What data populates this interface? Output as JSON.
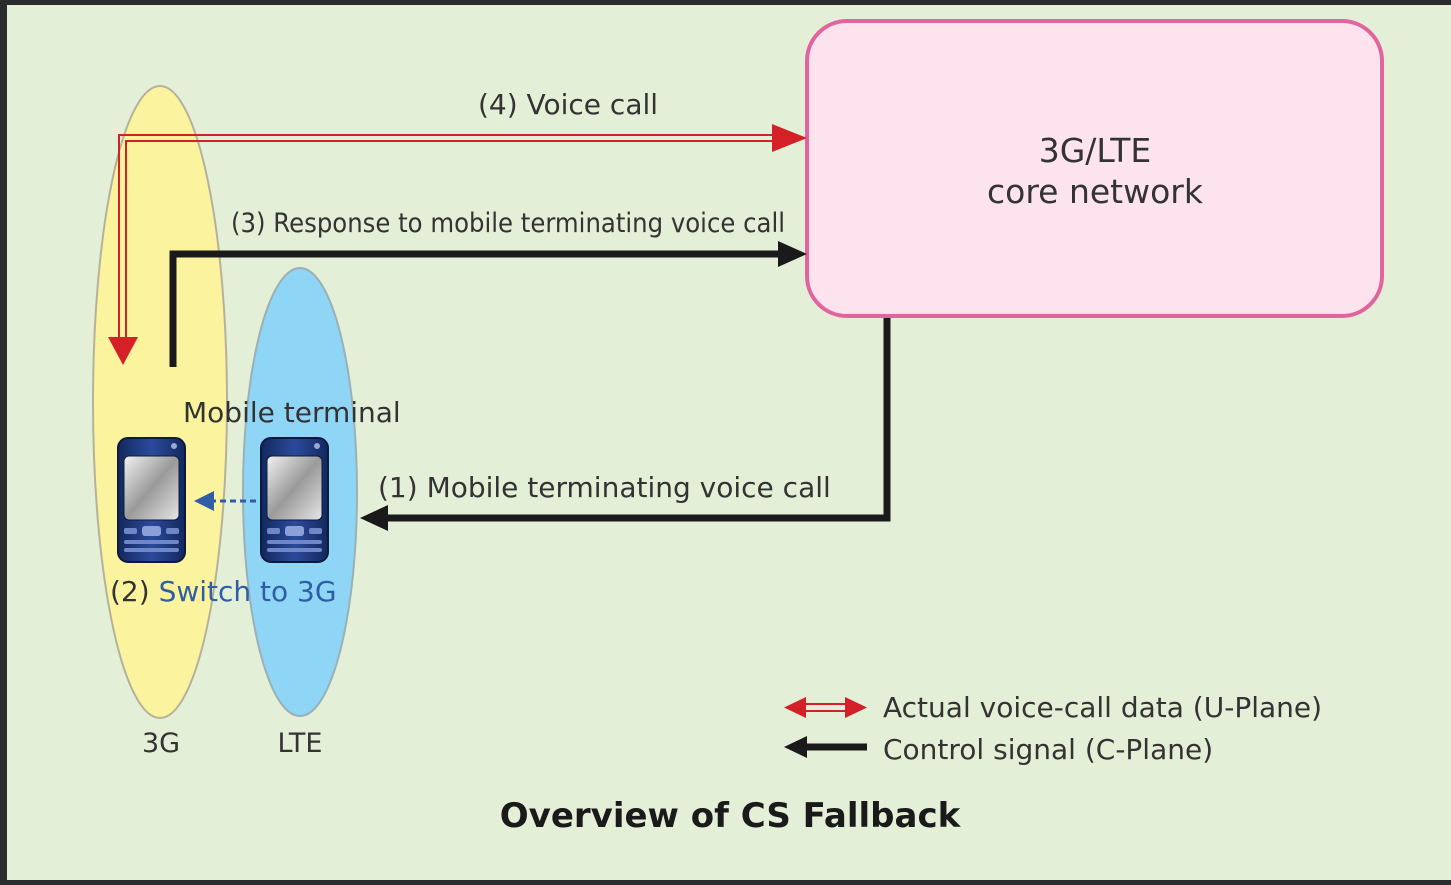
{
  "diagram": {
    "title": "Overview of CS Fallback",
    "core_network": {
      "line1": "3G/LTE",
      "line2": "core network"
    },
    "networks": {
      "3g": "3G",
      "lte": "LTE"
    },
    "mobile_terminal_label": "Mobile terminal",
    "steps": {
      "step1": "(1) Mobile terminating voice call",
      "step2_prefix": "(2) ",
      "step2_text": "Switch to 3G",
      "step3": "(3) Response to mobile terminating voice call",
      "step4": "(4) Voice call"
    },
    "legend": {
      "u_plane": "Actual voice-call data (U-Plane)",
      "c_plane": "Control signal (C-Plane)"
    }
  },
  "colors": {
    "background": "#e3efd6",
    "ellipse_3g": "#fbf39e",
    "ellipse_lte": "#8fd6f6",
    "core_fill": "#fde3ee",
    "core_border": "#e2649e",
    "voice_arrow": "#d42027",
    "control_arrow": "#1a1a1a",
    "switch_text": "#2f5ea6"
  },
  "icons": [
    "mobile-phone-icon",
    "mobile-phone-icon"
  ]
}
